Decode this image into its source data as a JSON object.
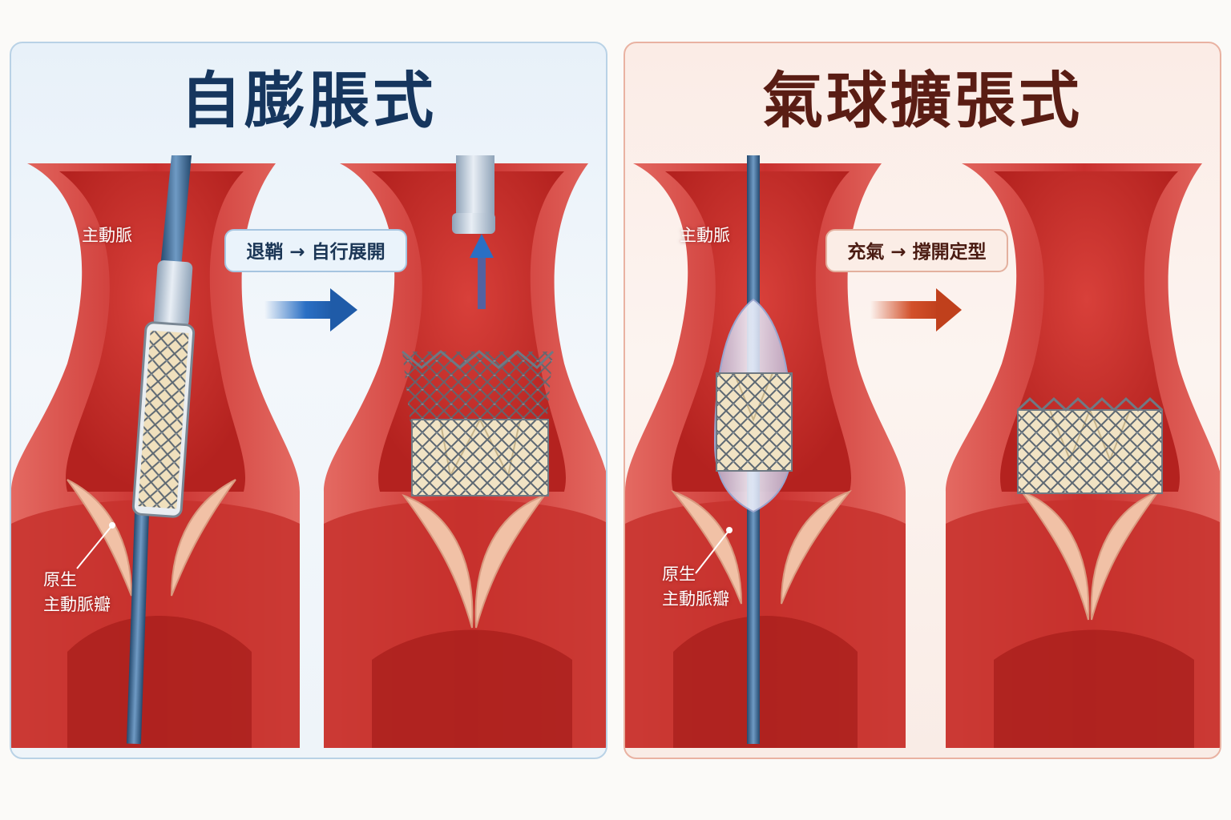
{
  "panels": {
    "left": {
      "title": "自膨脹式",
      "step": "退鞘 → 自行展開",
      "label_aorta": "主動脈",
      "label_valve_line1": "原生",
      "label_valve_line2": "主動脈瓣",
      "arrow_color": "#2a6fc4"
    },
    "right": {
      "title": "氣球擴張式",
      "step": "充氣 → 撐開定型",
      "label_aorta": "主動脈",
      "label_valve_line1": "原生",
      "label_valve_line2": "主動脈瓣",
      "arrow_color": "#d2502a"
    }
  },
  "colors": {
    "tissue": "#cf3a36",
    "tissue_light": "#e2655c",
    "leaflet": "#f1c1a6",
    "stent": "#6f7983",
    "valve_fabric": "#f1e3c4",
    "catheter": "#3e6d99",
    "sheath": "#b7c4d2"
  }
}
